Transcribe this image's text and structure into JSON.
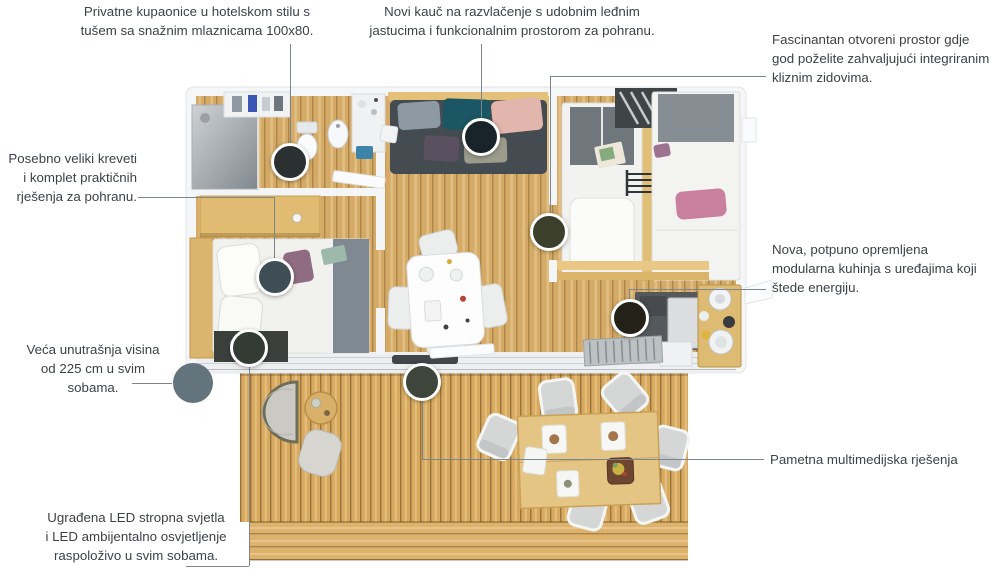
{
  "callouts": {
    "bathroom": {
      "text": "Privatne kupaonice u hotelskom stilu s\ntušem sa snažnim mlaznicama 100x80."
    },
    "sofa": {
      "text": "Novi kauč na razvlačenje s udobnim leđnim\njastucima i funkcionalnim prostorom za pohranu."
    },
    "sliding": {
      "text": "Fascinantan otvoreni prostor gdje\ngod poželite zahvaljujući integriranim\nkliznim zidovima."
    },
    "beds": {
      "text": "Posebno veliki kreveti\ni komplet praktičnih\nrješenja za pohranu."
    },
    "kitchen": {
      "text": "Nova, potpuno opremljena\nmodularna kuhinja s uređajima koji\nštede energiju."
    },
    "height": {
      "text": "Veća unutrašnja visina\nod 225 cm u svim\nsobama."
    },
    "multimedia": {
      "text": "Pametna multimedijska rješenja"
    },
    "led": {
      "text": "Ugrađena LED stropna svjetla\ni LED ambijentalno osvjetljenje\nraspoloživo u svim sobama."
    }
  },
  "hotspots": [
    {
      "id": "bathroom",
      "color": "#2b3130"
    },
    {
      "id": "sofa",
      "color": "#18242a"
    },
    {
      "id": "bed",
      "color": "#3f4e55"
    },
    {
      "id": "kidsroom",
      "color": "#3b3f2c"
    },
    {
      "id": "kitchen",
      "color": "#232118"
    },
    {
      "id": "wardrobe",
      "color": "#333b35"
    },
    {
      "id": "multimedia",
      "color": "#3e463b"
    },
    {
      "id": "height",
      "color": "#64747d"
    }
  ],
  "colors": {
    "label_text": "#3c4247",
    "connector_line": "#7d868c"
  }
}
